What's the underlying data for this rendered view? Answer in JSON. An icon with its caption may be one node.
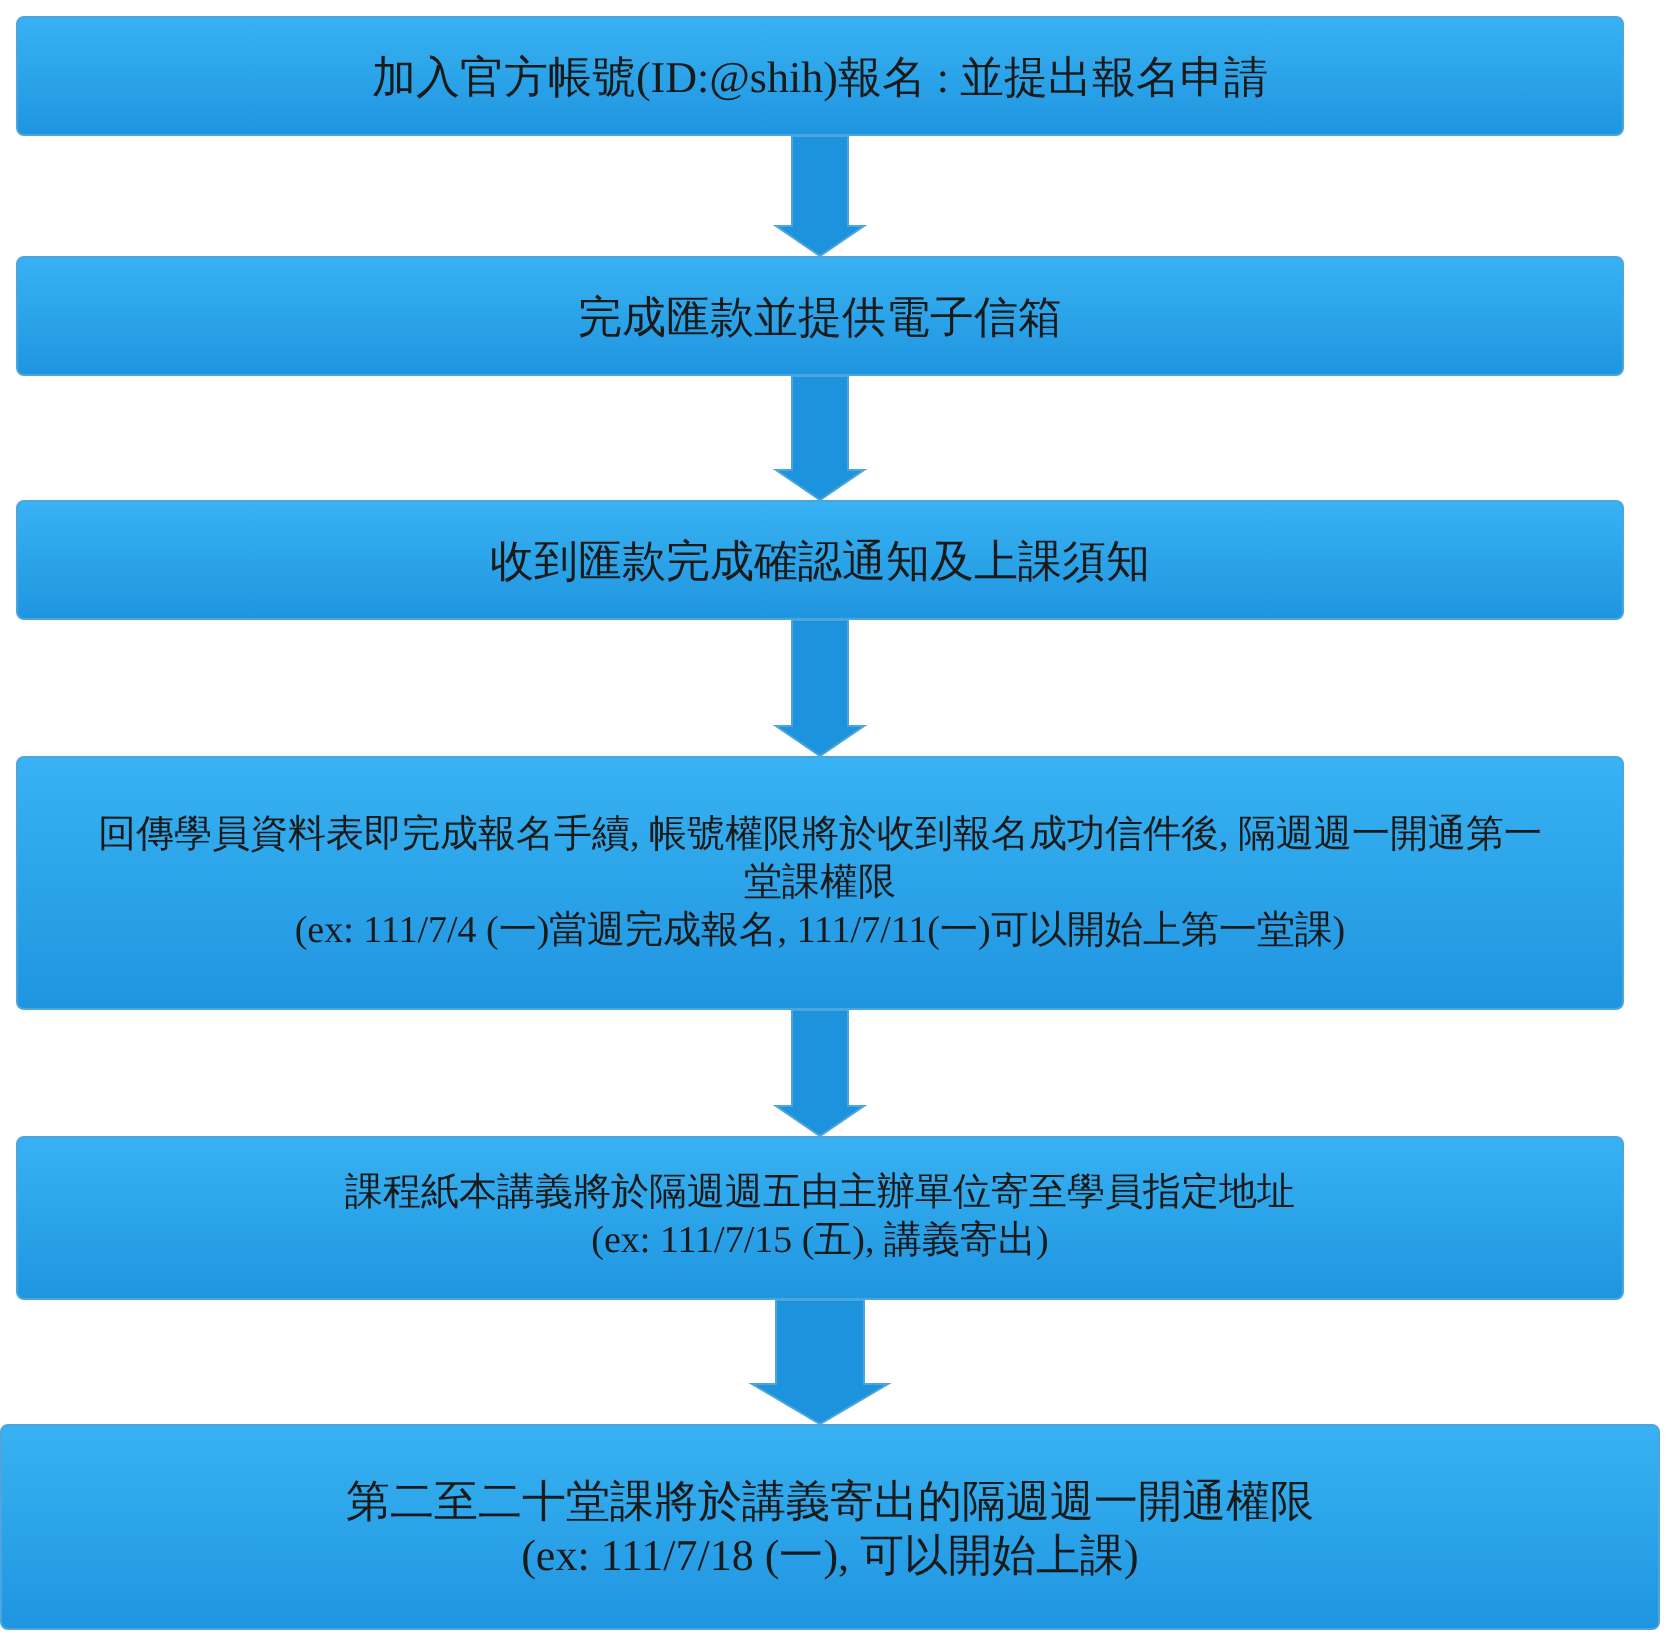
{
  "diagram": {
    "nodes": [
      {
        "text": [
          "加入官方帳號(ID:@shih)報名 : 並提出報名申請"
        ]
      },
      {
        "text": [
          "完成匯款並提供電子信箱"
        ]
      },
      {
        "text": [
          "收到匯款完成確認通知及上課須知"
        ]
      },
      {
        "text": [
          "回傳學員資料表即完成報名手續, 帳號權限將於收到報名成功信件後, 隔週週一開通第一堂課權限",
          "(ex: 111/7/4 (一)當週完成報名, 111/7/11(一)可以開始上第一堂課)"
        ]
      },
      {
        "text": [
          "課程紙本講義將於隔週週五由主辦單位寄至學員指定地址",
          "(ex: 111/7/15 (五), 講義寄出)"
        ]
      },
      {
        "text": [
          "第二至二十堂課將於講義寄出的隔週週一開通權限",
          "(ex: 111/7/18 (一), 可以開始上課)"
        ]
      }
    ],
    "edges": [
      {
        "from": 0,
        "to": 1,
        "arrow": "to"
      },
      {
        "from": 1,
        "to": 2,
        "arrow": "to"
      },
      {
        "from": 2,
        "to": 3,
        "arrow": "to"
      },
      {
        "from": 3,
        "to": 4,
        "arrow": "to"
      },
      {
        "from": 4,
        "to": 5,
        "arrow": "to",
        "style": "thick"
      }
    ]
  }
}
